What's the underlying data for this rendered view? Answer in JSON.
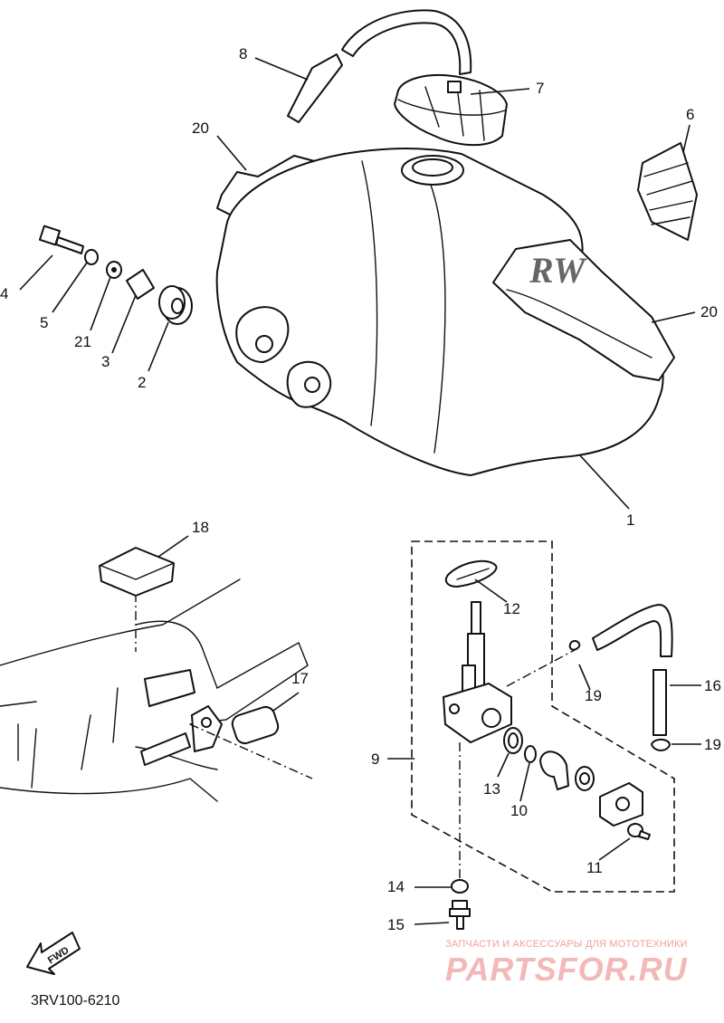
{
  "diagram": {
    "code": "3RV100-6210",
    "fwd_label": "FWD",
    "decal_letters": "RW",
    "callouts": {
      "c1": "1",
      "c2": "2",
      "c3": "3",
      "c4": "4",
      "c5": "5",
      "c6": "6",
      "c7": "7",
      "c8": "8",
      "c9": "9",
      "c10": "10",
      "c11": "11",
      "c12": "12",
      "c13": "13",
      "c14": "14",
      "c15": "15",
      "c16": "16",
      "c17": "17",
      "c18": "18",
      "c19a": "19",
      "c19b": "19",
      "c20a": "20",
      "c20b": "20",
      "c21": "21"
    }
  },
  "watermark": {
    "caption": "ЗАПЧАСТИ И АКСЕССУАРЫ ДЛЯ МОТОТЕХНИКИ",
    "logo": "PARTSFOR.RU"
  }
}
